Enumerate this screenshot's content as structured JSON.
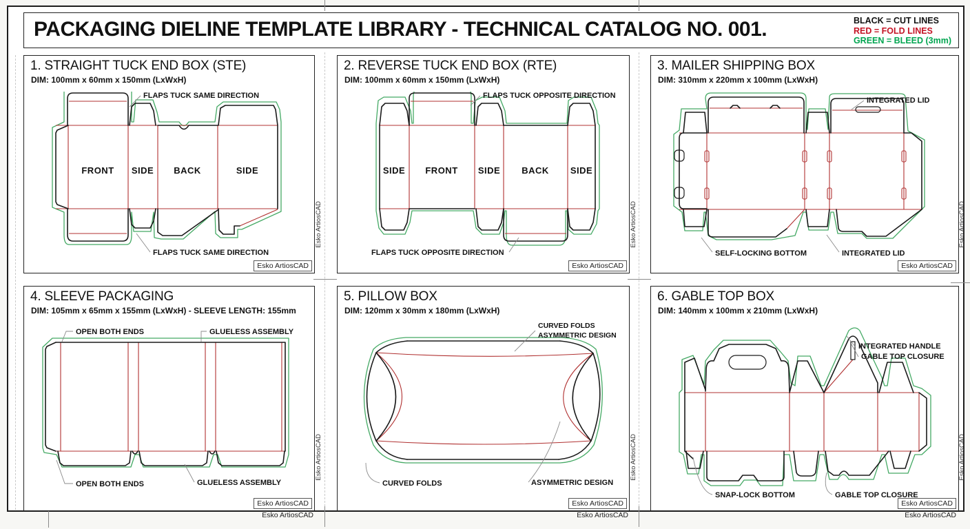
{
  "sheet": {
    "title": "PACKAGING DIELINE TEMPLATE LIBRARY - TECHNICAL CATALOG NO. 001.",
    "brand": "Esko ArtiosCAD",
    "legend": {
      "cut": "BLACK = CUT LINES",
      "fold": "RED = FOLD LINES",
      "bleed": "GREEN = BLEED (3mm)"
    },
    "legend_colors": {
      "cut": "#111111",
      "fold": "#c41425",
      "bleed": "#00a550"
    },
    "line_colors": {
      "cut": "#1a1a1a",
      "fold": "#b03030",
      "bleed": "#44a964"
    }
  },
  "p1": {
    "title": "1. STRAIGHT TUCK END BOX (STE)",
    "dim": "DIM: 100mm x 60mm x 150mm (LxWxH)",
    "faces": [
      "FRONT",
      "SIDE",
      "BACK",
      "SIDE"
    ],
    "ann_top": "FLAPS TUCK SAME DIRECTION",
    "ann_bottom": "FLAPS TUCK SAME DIRECTION"
  },
  "p2": {
    "title": "2. REVERSE TUCK END BOX (RTE)",
    "dim": "DIM: 100mm x 60mm x 150mm (LxWxH)",
    "faces": [
      "SIDE",
      "FRONT",
      "SIDE",
      "BACK",
      "SIDE"
    ],
    "ann_top": "FLAPS TUCK OPPOSITE DIRECTION",
    "ann_bottom": "FLAPS TUCK OPPOSITE DIRECTION"
  },
  "p3": {
    "title": "3. MAILER SHIPPING BOX",
    "dim": "DIM: 310mm x 220mm x 100mm (LxWxH)",
    "ann_top": "INTEGRATED LID",
    "ann_bottom_left": "SELF-LOCKING BOTTOM",
    "ann_bottom_right": "INTEGRATED LID"
  },
  "p4": {
    "title": "4. SLEEVE PACKAGING",
    "dim": "DIM: 105mm x 65mm x 155mm (LxWxH) - SLEEVE LENGTH: 155mm",
    "ann_top_left": "OPEN BOTH ENDS",
    "ann_top_right": "GLUELESS ASSEMBLY",
    "ann_bottom_left": "OPEN BOTH ENDS",
    "ann_bottom_right": "GLUELESS ASSEMBLY"
  },
  "p5": {
    "title": "5. PILLOW BOX",
    "dim": "DIM: 120mm x 30mm x 180mm (LxWxH)",
    "ann_top_line1": "CURVED FOLDS",
    "ann_top_line2": "ASYMMETRIC DESIGN",
    "ann_bottom_left": "CURVED FOLDS",
    "ann_bottom_right": "ASYMMETRIC DESIGN"
  },
  "p6": {
    "title": "6. GABLE TOP BOX",
    "dim": "DIM: 140mm x 100mm x 210mm (LxWxH)",
    "ann_top_line1": "INTEGRATED HANDLE",
    "ann_top_line2": "GABLE TOP CLOSURE",
    "ann_bottom_left": "SNAP-LOCK BOTTOM",
    "ann_bottom_right": "GABLE TOP CLOSURE"
  }
}
